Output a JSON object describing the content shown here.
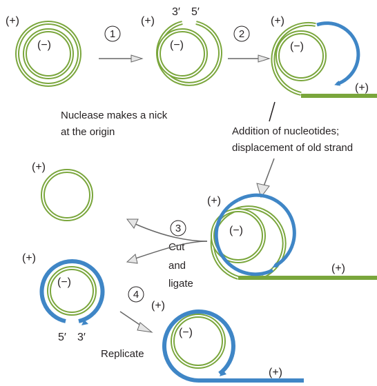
{
  "labels": {
    "plus": "(+)",
    "minus": "(−)",
    "three_prime": "3′",
    "five_prime": "5′"
  },
  "steps": [
    {
      "number": "1"
    },
    {
      "number": "2"
    },
    {
      "number": "3"
    },
    {
      "number": "4"
    }
  ],
  "captions": {
    "nick_line1": "Nuclease makes a nick",
    "nick_line2": "at the origin",
    "add_line1": "Addition of nucleotides;",
    "add_line2": "displacement of old strand",
    "cut_line1": "Cut",
    "cut_line2": "and",
    "cut_line3": "ligate",
    "replicate": "Replicate"
  },
  "colors": {
    "green_strand": "#7aa63c",
    "blue_strand": "#3f86c6",
    "arrow_fill": "#e6e6e6",
    "arrow_stroke": "#666666",
    "text": "#231f20"
  }
}
